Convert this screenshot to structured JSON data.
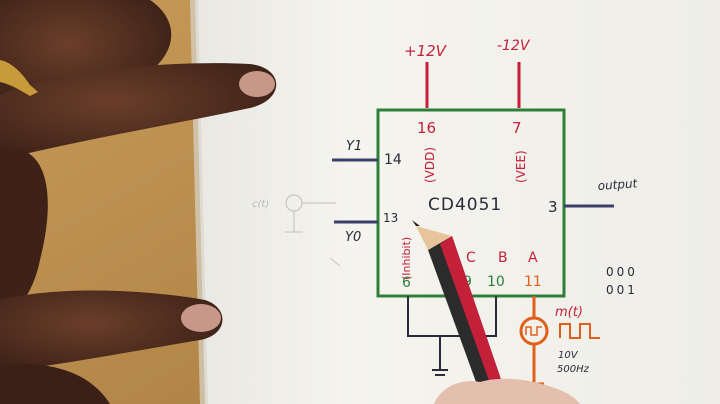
{
  "labels": {
    "plus_supply": "+12V",
    "minus_supply": "-12V",
    "chip_name": "CD4051",
    "pin_16": "16",
    "vdd": "(VDD)",
    "pin_7": "7",
    "vee": "(VEE)",
    "y1": "Y1",
    "pin_14": "14",
    "y0": "Y0",
    "pin_13": "13",
    "pin_3": "3",
    "output": "output",
    "inhibit": "(Inhibit)",
    "pin_6": "6",
    "c": "C",
    "b": "B",
    "a": "A",
    "pin_9": "9",
    "pin_10": "10",
    "pin_11": "11",
    "mt": "m(t)",
    "amp": "10V",
    "freq": "500Hz",
    "bits_row1": "000",
    "bits_row2": "001",
    "faint_ct": "c(t)"
  },
  "colors": {
    "ink_red": "#c4203a",
    "ink_dark": "#2a2a3a",
    "ink_green": "#2d7f3a",
    "ink_orange": "#e0601a",
    "paper": "#f4f3ee",
    "table": "#b88a4a",
    "skin": "#4a2a1c"
  }
}
